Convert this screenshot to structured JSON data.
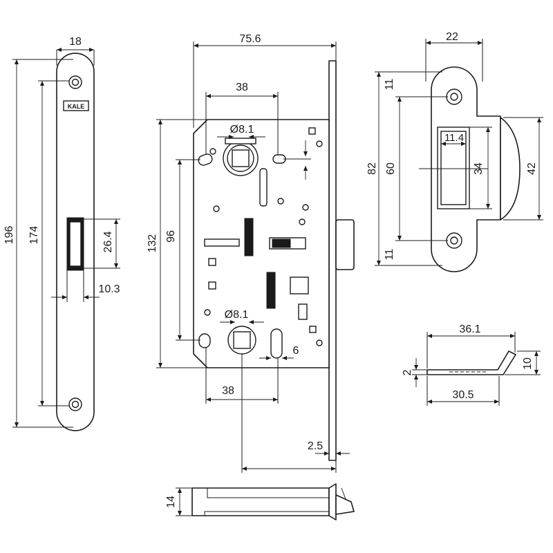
{
  "brand": {
    "logo_text": "KALE"
  },
  "faceplate": {
    "width": "18",
    "height_total": "196",
    "hole_spacing": "174",
    "latch_slot_height": "26.4",
    "latch_slot_offset": "10.3"
  },
  "lock_body": {
    "width": "75.6",
    "height": "132",
    "handle_to_cylinder": "96",
    "spindle_offset_top": "38",
    "spindle_offset_bottom": "38",
    "spindle_diameter_top": "Ø8.1",
    "spindle_diameter_bottom": "Ø8.1",
    "slot_width": "6",
    "faceplate_thickness": "2.5",
    "depth": "14"
  },
  "strike_plate": {
    "width": "22",
    "height_total": "82",
    "hole_spacing": "60",
    "edge_top": "11",
    "edge_bottom": "11",
    "opening_width": "11.4",
    "opening_height": "34",
    "lip_height": "42"
  },
  "strike_side": {
    "length": "36.1",
    "flat_length": "30.5",
    "thickness": "2",
    "lip_rise": "10"
  }
}
